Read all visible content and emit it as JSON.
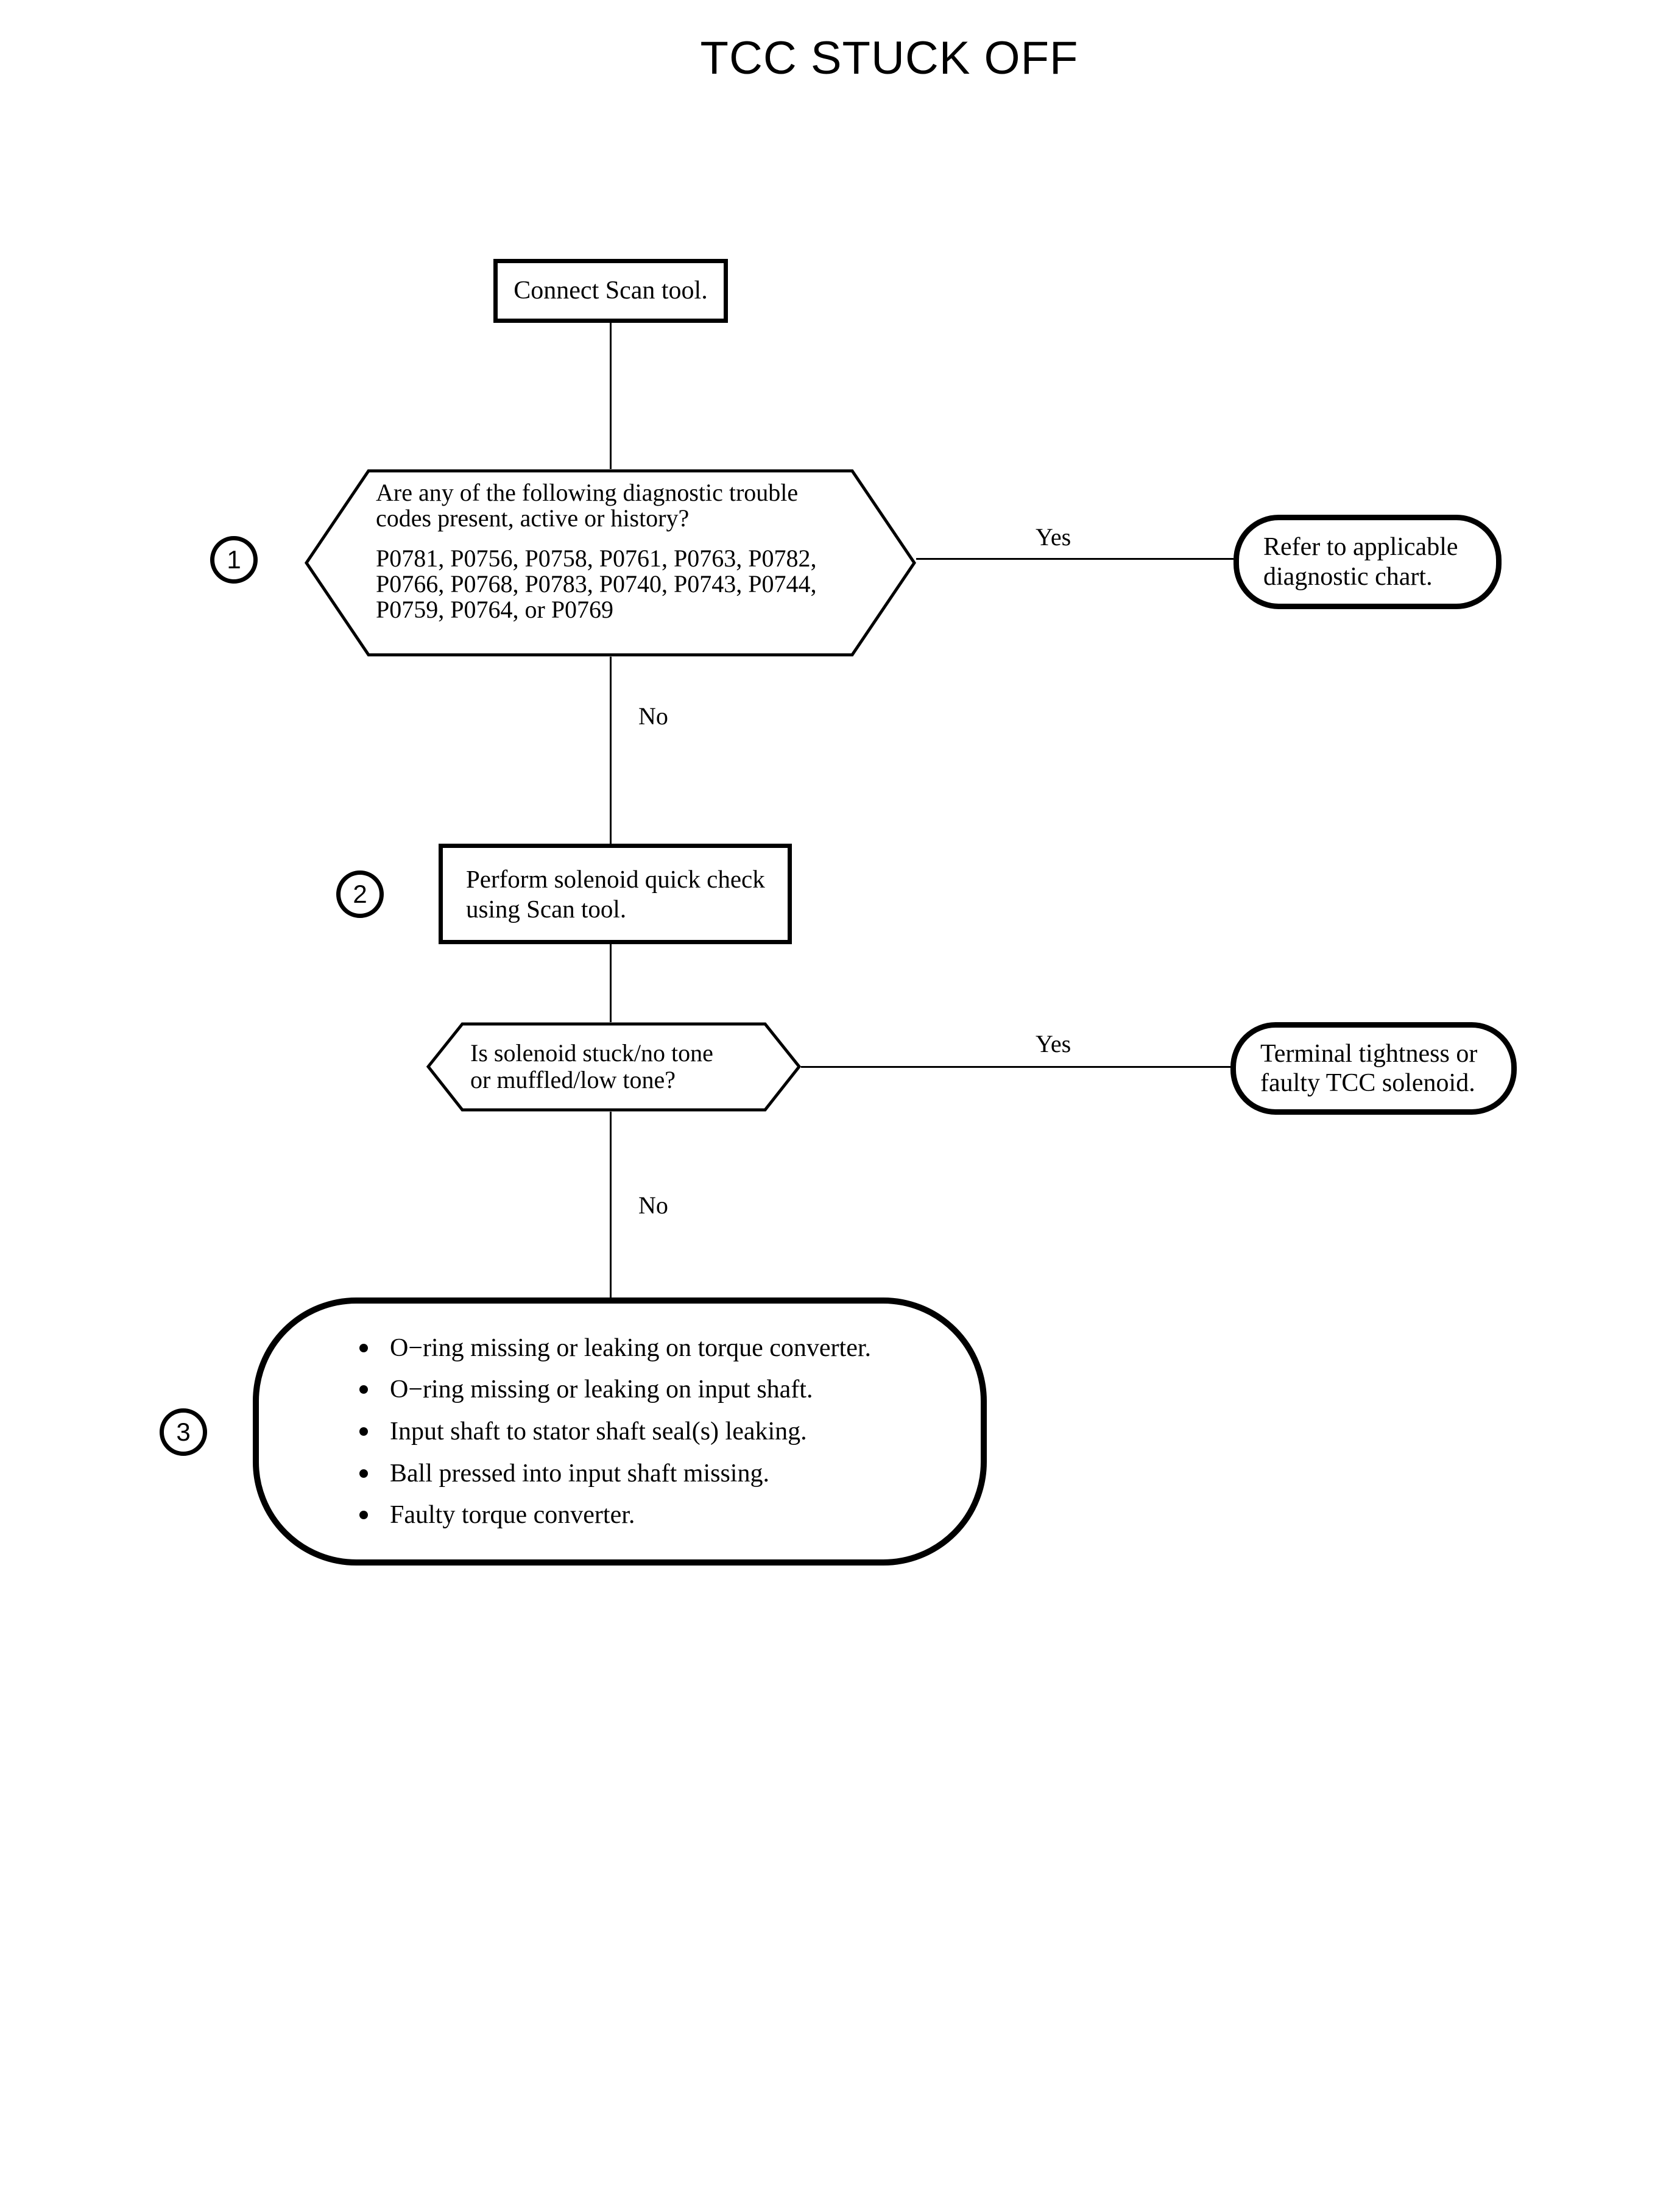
{
  "title": "TCC STUCK OFF",
  "flow": {
    "start_label": "Connect Scan tool.",
    "d1": {
      "badge": "1",
      "question_lines": [
        "Are any of the following diagnostic trouble",
        "codes present, active or history?"
      ],
      "codes_lines": [
        "P0781, P0756, P0758, P0761, P0763, P0782,",
        "P0766, P0768, P0783, P0740, P0743, P0744,",
        "P0759, P0764, or P0769"
      ],
      "yes_label": "Yes",
      "no_label": "No",
      "result_lines": [
        "Refer to applicable",
        "diagnostic chart."
      ]
    },
    "a2": {
      "badge": "2",
      "action_lines": [
        "Perform solenoid quick check",
        "using Scan tool."
      ]
    },
    "d2": {
      "question_lines": [
        "Is solenoid stuck/no tone",
        "or muffled/low tone?"
      ],
      "yes_label": "Yes",
      "no_label": "No",
      "result_lines": [
        "Terminal tightness or",
        "faulty TCC solenoid."
      ]
    },
    "f3": {
      "badge": "3",
      "items": [
        "O−ring missing or leaking on torque converter.",
        "O−ring missing or leaking on input shaft.",
        "Input shaft to stator shaft seal(s) leaking.",
        "Ball pressed into input shaft missing.",
        "Faulty torque converter."
      ]
    }
  }
}
